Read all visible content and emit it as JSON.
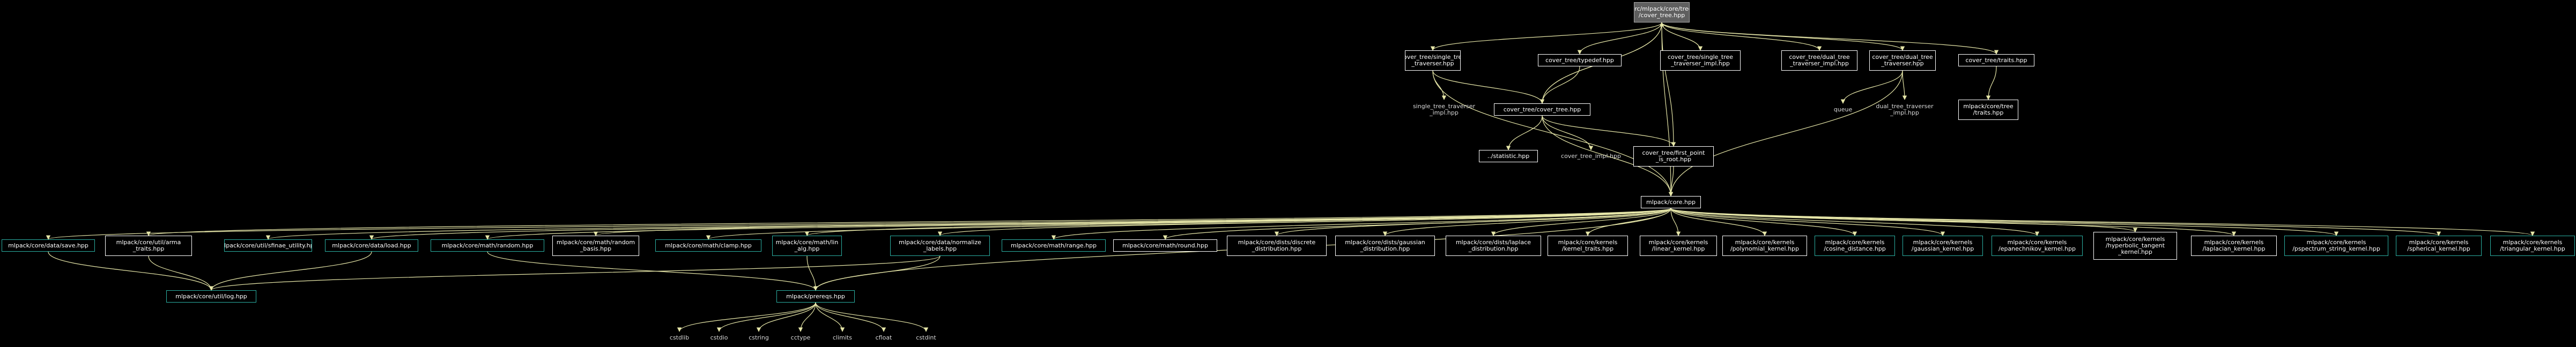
{
  "colors": {
    "background": "#000000",
    "edge": "#e6e6a8",
    "node_border": "#ffffff",
    "linked_node_border": "#2bb0a3",
    "root_fill": "#5f5f5f"
  },
  "nodes": {
    "root": "src/mlpack/core/tree\n/cover_tree.hpp",
    "single_tree_traverser": "cover_tree/single_tree\n_traverser.hpp",
    "typedef": "cover_tree/typedef.hpp",
    "single_tree_traverser_impl": "cover_tree/single_tree\n_traverser_impl.hpp",
    "dual_tree_traverser_impl_top": "cover_tree/dual_tree\n_traverser_impl.hpp",
    "dual_tree_traverser": "cover_tree/dual_tree\n_traverser.hpp",
    "traits": "cover_tree/traits.hpp",
    "single_tree_traverser_impl_sub": "single_tree_traverser\n_impl.hpp",
    "cover_tree": "cover_tree/cover_tree.hpp",
    "queue": "queue",
    "dual_tree_traverser_impl_sub": "dual_tree_traverser\n_impl.hpp",
    "core_tree_traits": "mlpack/core/tree\n/traits.hpp",
    "statistic": "../statistic.hpp",
    "cover_tree_impl": "cover_tree_impl.hpp",
    "first_point_is_root": "cover_tree/first_point\n_is_root.hpp",
    "core": "mlpack/core.hpp",
    "save": "mlpack/core/data/save.hpp",
    "arma_traits": "mlpack/core/util/arma\n_traits.hpp",
    "sfinae": "mlpack/core/util/sfinae_utility.hpp",
    "load": "mlpack/core/data/load.hpp",
    "random": "mlpack/core/math/random.hpp",
    "random_basis": "mlpack/core/math/random\n_basis.hpp",
    "lin_alg_clamp": "mlpack/core/math/clamp.hpp",
    "lin_alg": "mlpack/core/math/lin\n_alg.hpp",
    "normalize_labels": "mlpack/core/data/normalize\n_labels.hpp",
    "range": "mlpack/core/math/range.hpp",
    "round": "mlpack/core/math/round.hpp",
    "discrete_dist": "mlpack/core/dists/discrete\n_distribution.hpp",
    "gaussian_dist": "mlpack/core/dists/gaussian\n_distribution.hpp",
    "laplace_dist": "mlpack/core/dists/laplace\n_distribution.hpp",
    "kernel_traits": "mlpack/core/kernels\n/kernel_traits.hpp",
    "linear_kernel": "mlpack/core/kernels\n/linear_kernel.hpp",
    "polynomial_kernel": "mlpack/core/kernels\n/polynomial_kernel.hpp",
    "cosine_distance": "mlpack/core/kernels\n/cosine_distance.hpp",
    "gaussian_kernel": "mlpack/core/kernels\n/gaussian_kernel.hpp",
    "epanechnikov_kernel": "mlpack/core/kernels\n/epanechnikov_kernel.hpp",
    "hyperbolic_tangent": "mlpack/core/kernels\n/hyperbolic_tangent\n_kernel.hpp",
    "laplacian_kernel": "mlpack/core/kernels\n/laplacian_kernel.hpp",
    "pspectrum": "mlpack/core/kernels\n/pspectrum_string_kernel.hpp",
    "spherical_kernel": "mlpack/core/kernels\n/spherical_kernel.hpp",
    "triangular_kernel": "mlpack/core/kernels\n/triangular_kernel.hpp",
    "log": "mlpack/core/util/log.hpp",
    "prereqs": "mlpack/prereqs.hpp",
    "cstdlib": "cstdlib",
    "cstdio": "cstdio",
    "cstring": "cstring",
    "cctype": "cctype",
    "climits": "climits",
    "cfloat": "cfloat",
    "cstdint": "cstdint"
  }
}
